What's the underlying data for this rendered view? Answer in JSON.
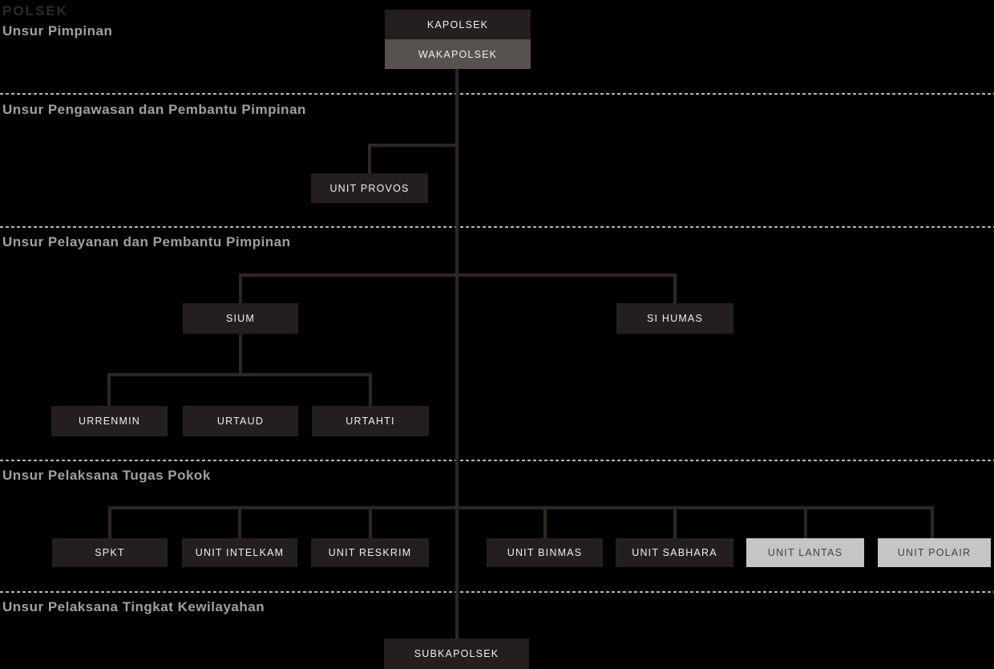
{
  "title": "POLSEK",
  "sections": {
    "pimpinan": "Unsur Pimpinan",
    "pengawasan": "Unsur Pengawasan dan Pembantu Pimpinan",
    "pelayanan": "Unsur Pelayanan dan Pembantu Pimpinan",
    "pelaksana_pokok": "Unsur Pelaksana Tugas Pokok",
    "kewilayahan": "Unsur Pelaksana Tingkat Kewilayahan"
  },
  "nodes": {
    "kapolsek": "KAPOLSEK",
    "wakapolsek": "WAKAPOLSEK",
    "unit_provos": "UNIT PROVOS",
    "sium": "SIUM",
    "si_humas": "SI HUMAS",
    "urrenmin": "URRENMIN",
    "urtaud": "URTAUD",
    "urtahti": "URTAHTI",
    "spkt": "SPKT",
    "unit_intelkam": "UNIT INTELKAM",
    "unit_reskrim": "UNIT RESKRIM",
    "unit_binmas": "UNIT BINMAS",
    "unit_sabhara": "UNIT SABHARA",
    "unit_lantas": "UNIT LANTAS",
    "unit_polair": "UNIT POLAIR",
    "subkapolsek": "SUBKAPOLSEK"
  },
  "hierarchy": {
    "KAPOLSEK": {
      "WAKAPOLSEK": {
        "UNIT PROVOS": {},
        "SIUM": {
          "URRENMIN": {},
          "URTAUD": {},
          "URTAHTI": {}
        },
        "SI HUMAS": {},
        "SPKT": {},
        "UNIT INTELKAM": {},
        "UNIT RESKRIM": {},
        "UNIT BINMAS": {},
        "UNIT SABHARA": {},
        "UNIT LANTAS": {},
        "UNIT POLAIR": {},
        "SUBKAPOLSEK": {}
      }
    }
  },
  "colors": {
    "background": "#000000",
    "node_dark": "#241f1e",
    "node_gray": "#57524f",
    "node_light": "#c6c5c4",
    "node_text_light": "#f0eeed",
    "node_text_dark": "#454140",
    "section_header": "#a2a0a0",
    "title_text": "#2e2a29",
    "connector": "#2d2723",
    "divider_dash": "#b4b4b4"
  }
}
